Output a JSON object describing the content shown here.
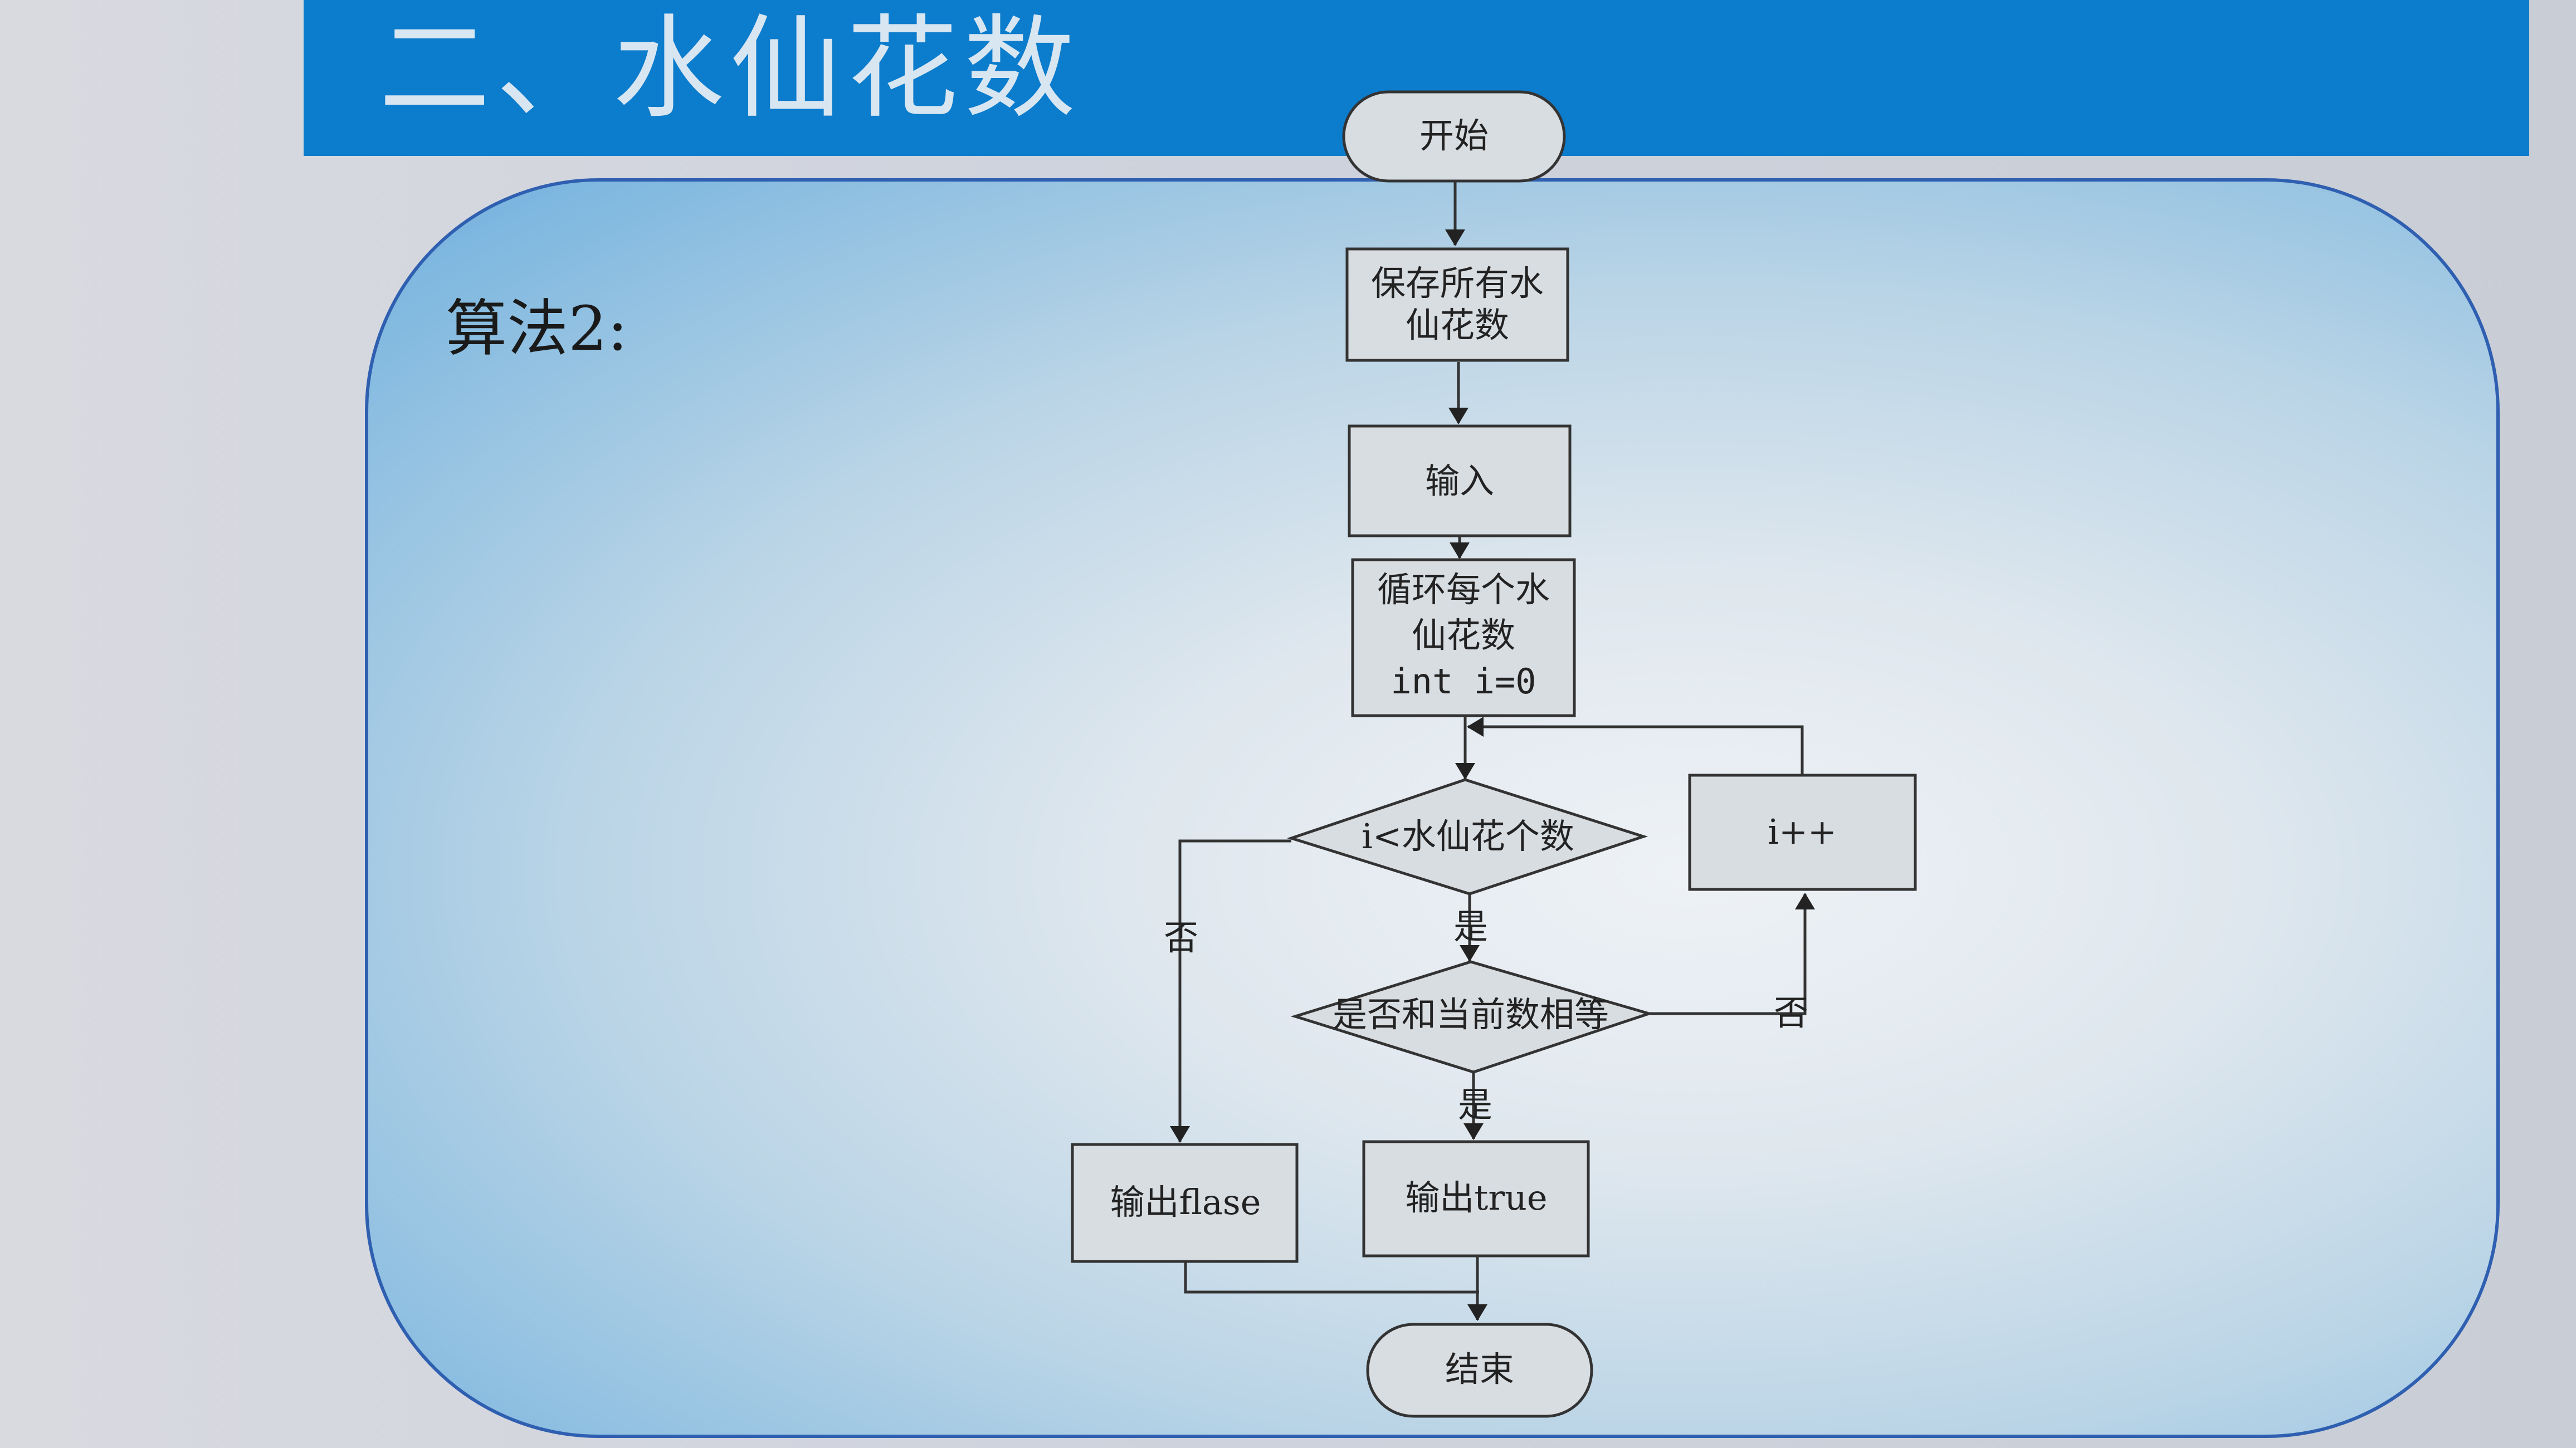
{
  "slide": {
    "title": "二、水仙花数",
    "subtitle": "算法2:"
  },
  "flowchart": {
    "start": "开始",
    "step1_line1": "保存所有水",
    "step1_line2": "仙花数",
    "input": "输入",
    "loop_line1": "循环每个水",
    "loop_line2": "仙花数",
    "loop_line3": "int i=0",
    "cond1": "i<水仙花个数",
    "increment": "i++",
    "cond2": "是否和当前数相等",
    "yes1": "是",
    "no1": "否",
    "yes2": "是",
    "no2": "否",
    "out_false": "输出flase",
    "out_true": "输出true",
    "end": "结束"
  }
}
